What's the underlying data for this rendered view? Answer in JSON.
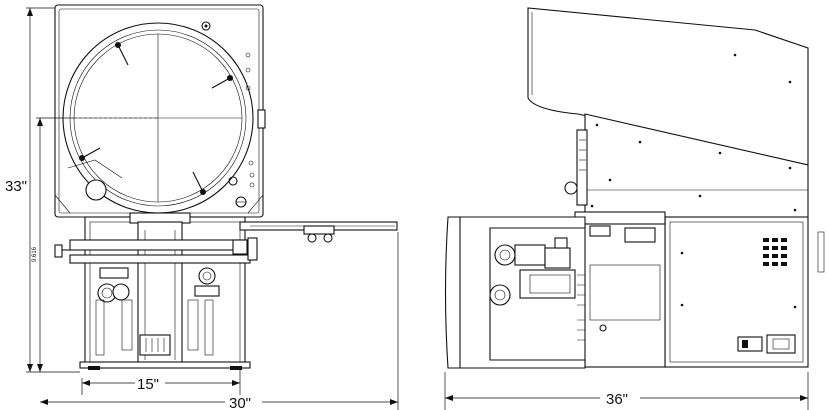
{
  "dimensions": {
    "height_label": "33\"",
    "vertical_small_label": "9.616",
    "front_inner_width_label": "15\"",
    "front_total_width_label": "30\"",
    "side_depth_label": "36\""
  }
}
